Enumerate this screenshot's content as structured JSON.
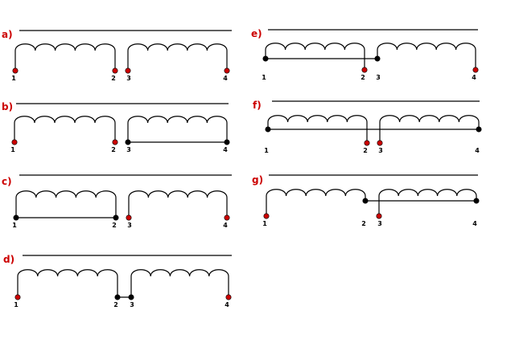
{
  "panels": [
    {
      "id": "a",
      "label": "a)",
      "terminals": [
        "1",
        "2",
        "3",
        "4"
      ],
      "dots": [
        "red",
        "red",
        "red",
        "red"
      ],
      "connection": "none"
    },
    {
      "id": "b",
      "label": "b)",
      "terminals": [
        "1",
        "2",
        "3",
        "4"
      ],
      "dots": [
        "red",
        "red",
        "black",
        "black"
      ],
      "connection": "3-4"
    },
    {
      "id": "c",
      "label": "c)",
      "terminals": [
        "1",
        "2",
        "3",
        "4"
      ],
      "dots": [
        "black",
        "black",
        "red",
        "red"
      ],
      "connection": "1-2"
    },
    {
      "id": "d",
      "label": "d)",
      "terminals": [
        "1",
        "2",
        "3",
        "4"
      ],
      "dots": [
        "red",
        "black",
        "black",
        "red"
      ],
      "connection": "2-3"
    },
    {
      "id": "e",
      "label": "e)",
      "terminals": [
        "1",
        "2",
        "3",
        "4"
      ],
      "dots": [
        "black",
        "red",
        "black",
        "red"
      ],
      "connection": "1-3"
    },
    {
      "id": "f",
      "label": "f)",
      "terminals": [
        "1",
        "2",
        "3",
        "4"
      ],
      "dots": [
        "black",
        "red",
        "red",
        "black"
      ],
      "connection": "1-4"
    },
    {
      "id": "g",
      "label": "g)",
      "terminals": [
        "1",
        "2",
        "3",
        "4"
      ],
      "dots": [
        "red",
        "black",
        "red",
        "black"
      ],
      "connection": "2-4"
    }
  ],
  "colors": {
    "terminal_red": "#cc0000",
    "terminal_black": "#000000",
    "label": "#cc0000",
    "line": "#000000"
  }
}
